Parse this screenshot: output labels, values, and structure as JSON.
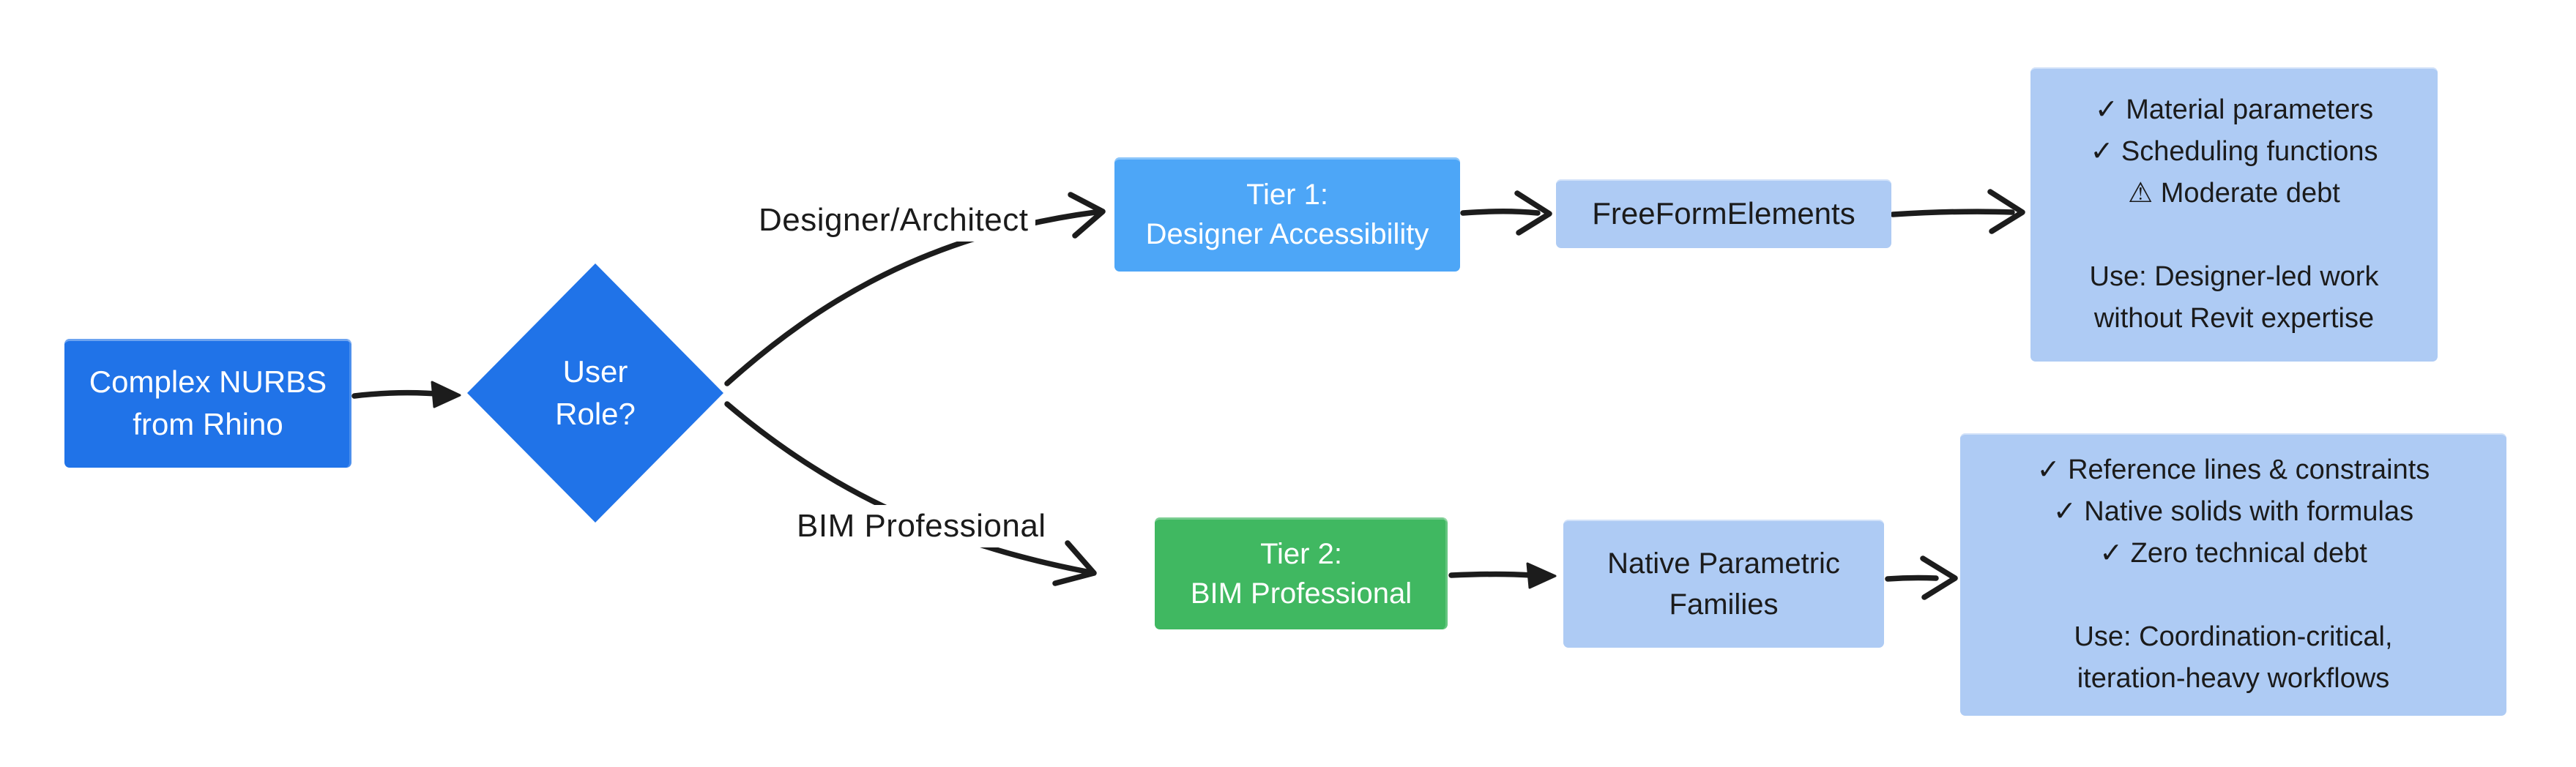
{
  "diagram": {
    "type": "flowchart",
    "background": "#ffffff",
    "colors": {
      "decision_blue": "#2073e8",
      "tier1_blue": "#4da6f7",
      "pale_blue": "#aecbf4",
      "tier2_green": "#40b861",
      "edge_black": "#1c1c1c",
      "text_white": "#ffffff",
      "text_black": "#1b1b1b"
    },
    "icons": {
      "check": "✓",
      "warning": "⚠"
    },
    "nodes": {
      "source": {
        "lines": [
          "Complex NURBS",
          "from Rhino"
        ]
      },
      "decision": {
        "lines": [
          "User",
          "Role?"
        ]
      },
      "tier1": {
        "lines": [
          "Tier 1:",
          "Designer Accessibility"
        ]
      },
      "freeform": {
        "lines": [
          "FreeFormElements"
        ]
      },
      "result_tier1": {
        "lines": [
          "✓ Material parameters",
          "✓ Scheduling functions",
          "⚠ Moderate debt",
          "",
          "Use: Designer-led work",
          "without Revit expertise"
        ]
      },
      "tier2": {
        "lines": [
          "Tier 2:",
          "BIM Professional"
        ]
      },
      "native": {
        "lines": [
          "Native Parametric",
          "Families"
        ]
      },
      "result_tier2": {
        "lines": [
          "✓ Reference lines & constraints",
          "✓ Native solids with formulas",
          "✓ Zero technical debt",
          "",
          "Use: Coordination-critical,",
          "iteration-heavy workflows"
        ]
      }
    },
    "edge_labels": {
      "top": "Designer/Architect",
      "bottom": "BIM Professional"
    }
  }
}
